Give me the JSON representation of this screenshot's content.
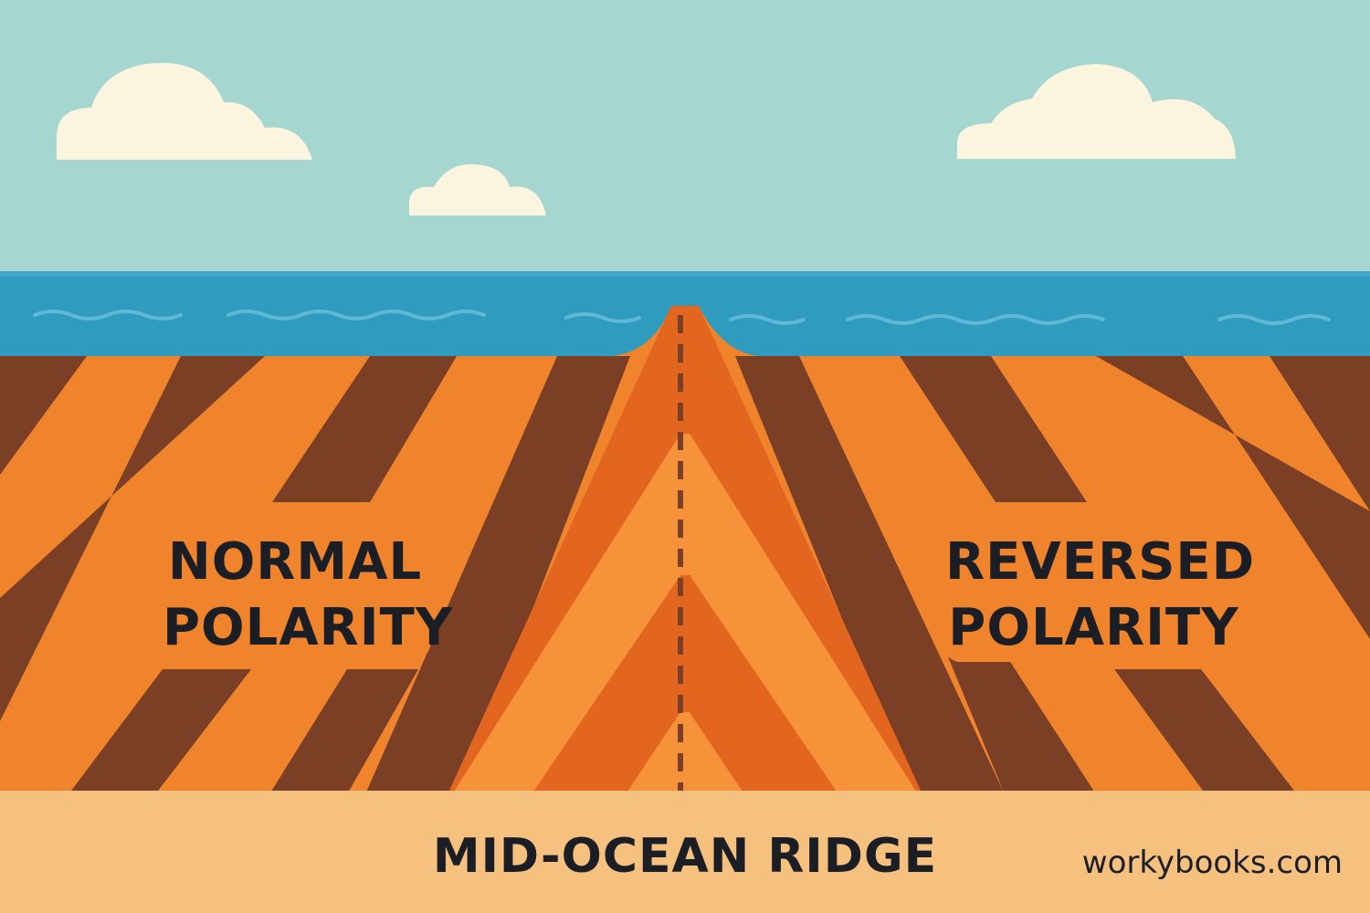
{
  "labels": {
    "left": "NORMAL POLARITY",
    "right": "REVERSED POLARITY",
    "bottom": "MID-OCEAN RIDGE"
  },
  "watermark": "workybooks.com",
  "colors": {
    "sky": "#a6d6d0",
    "ocean": "#2f9bbf",
    "dark_stripe": "#7a3f24",
    "orange_stripe": "#f0842c",
    "deep_orange": "#e2661f",
    "light_orange": "#f6933a",
    "sediment": "#f6c17e",
    "cloud": "#fbf4df"
  }
}
